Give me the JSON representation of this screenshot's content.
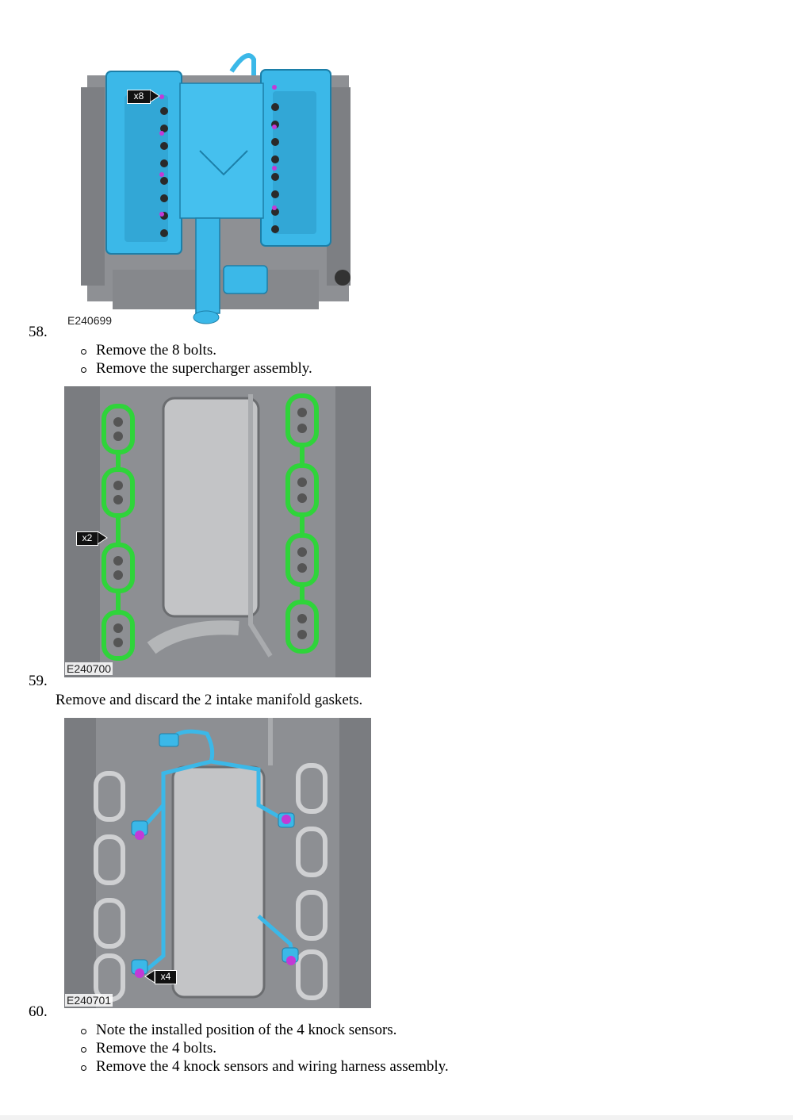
{
  "steps": [
    {
      "number": "58.",
      "figure_code": "E240699",
      "callout": "x8",
      "bullets": [
        "Remove the 8 bolts.",
        "Remove the supercharger assembly."
      ]
    },
    {
      "number": "59.",
      "figure_code": "E240700",
      "callout": "x2",
      "text": "Remove and discard the 2 intake manifold gaskets."
    },
    {
      "number": "60.",
      "figure_code": "E240701",
      "callout": "x4",
      "bullets": [
        "Note the installed position of the 4 knock sensors.",
        "Remove the 4 bolts.",
        "Remove the 4 knock sensors and wiring harness assembly."
      ]
    }
  ],
  "colors": {
    "highlight_blue": "#3bb8e8",
    "highlight_green": "#2fd43a",
    "bolt_magenta": "#c23ad6",
    "engine_gray": "#9a9ca0"
  }
}
